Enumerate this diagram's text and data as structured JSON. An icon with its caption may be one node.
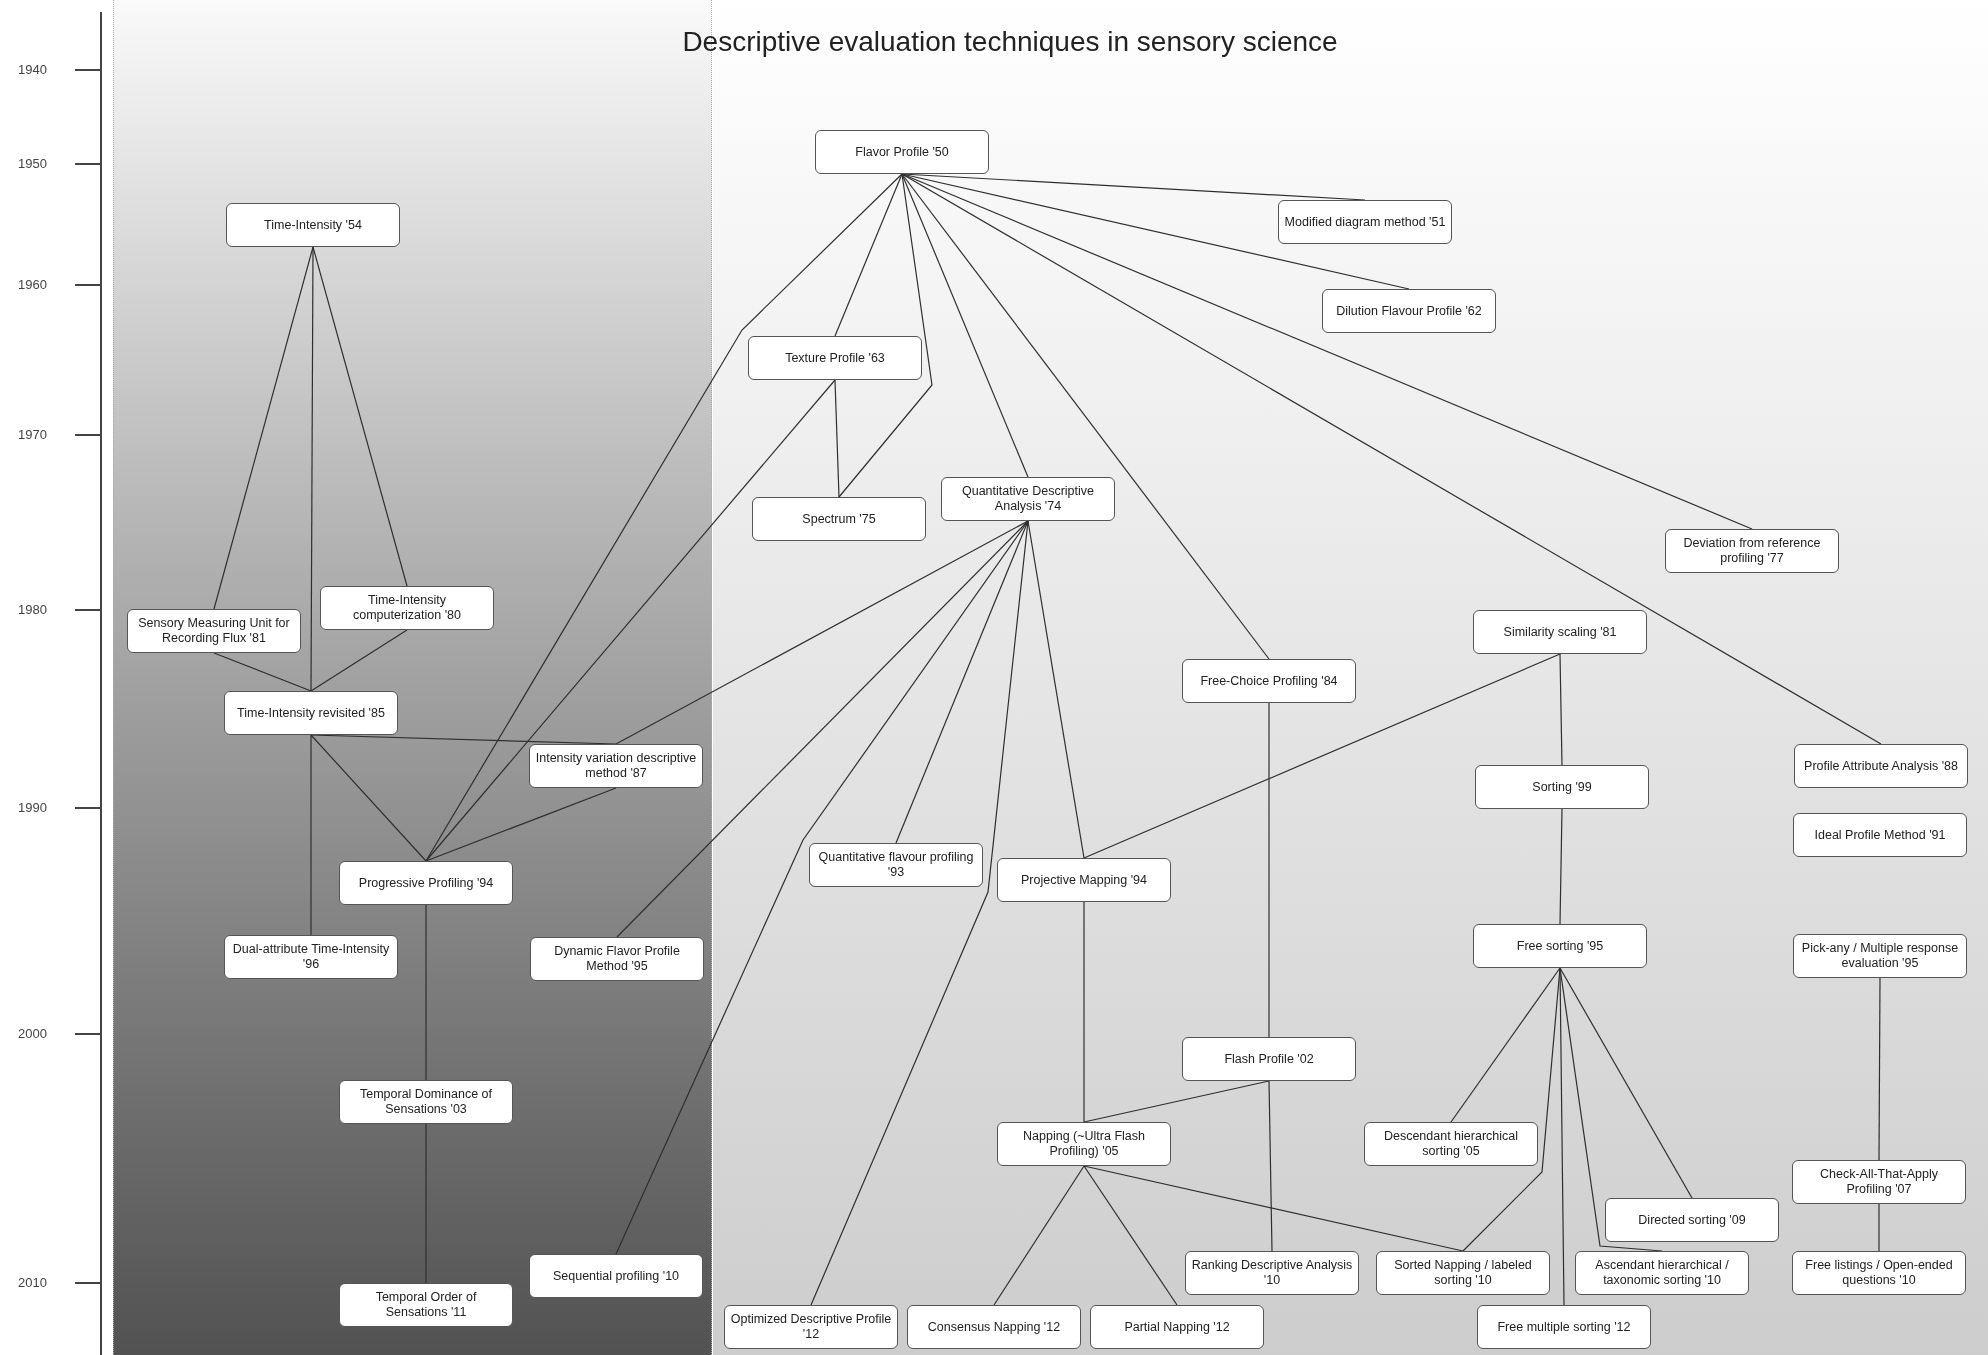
{
  "diagram": {
    "title": "Descriptive evaluation techniques in sensory science",
    "nodes": [
      {
        "text": [
          "Time-Intensity '54"
        ]
      },
      {
        "text": [
          "Flavor Profile '50"
        ]
      },
      {
        "text": [
          "Modified diagram method '51"
        ]
      },
      {
        "text": [
          "Dilution Flavour Profile '62"
        ]
      },
      {
        "text": [
          "Texture Profile '63"
        ]
      },
      {
        "text": [
          "Quantitative Descriptive Analysis '74"
        ]
      },
      {
        "text": [
          "Spectrum '75"
        ]
      },
      {
        "text": [
          "Deviation from reference profiling '77"
        ]
      },
      {
        "text": [
          "Time-Intensity computerization '80"
        ]
      },
      {
        "text": [
          "Sensory Measuring Unit for Recording Flux '81"
        ]
      },
      {
        "text": [
          "Similarity scaling '81"
        ]
      },
      {
        "text": [
          "Free-Choice Profiling '84"
        ]
      },
      {
        "text": [
          "Time-Intensity revisited '85"
        ]
      },
      {
        "text": [
          "Intensity variation descriptive method '87"
        ]
      },
      {
        "text": [
          "Profile Attribute Analysis '88"
        ]
      },
      {
        "text": [
          "Sorting '99"
        ]
      },
      {
        "text": [
          "Ideal Profile Method '91"
        ]
      },
      {
        "text": [
          "Quantitative flavour profiling '93"
        ]
      },
      {
        "text": [
          "Projective Mapping '94"
        ]
      },
      {
        "text": [
          "Progressive Profiling '94"
        ]
      },
      {
        "text": [
          "Free sorting '95"
        ]
      },
      {
        "text": [
          "Pick-any / Multiple response evaluation '95"
        ]
      },
      {
        "text": [
          "Dual-attribute Time-Intensity '96"
        ]
      },
      {
        "text": [
          "Dynamic Flavor Profile Method '95"
        ]
      },
      {
        "text": [
          "Flash Profile '02"
        ]
      },
      {
        "text": [
          "Temporal Dominance of Sensations '03"
        ]
      },
      {
        "text": [
          "Napping (~Ultra Flash Profiling) '05"
        ]
      },
      {
        "text": [
          "Descendant hierarchical sorting '05"
        ]
      },
      {
        "text": [
          "Check-All-That-Apply Profiling '07"
        ]
      },
      {
        "text": [
          "Directed sorting '09"
        ]
      },
      {
        "text": [
          "Sequential profiling '10"
        ]
      },
      {
        "text": [
          "Ranking Descriptive Analysis '10"
        ]
      },
      {
        "text": [
          "Sorted Napping / labeled sorting '10"
        ]
      },
      {
        "text": [
          "Ascendant hierarchical / taxonomic sorting '10"
        ]
      },
      {
        "text": [
          "Free listings / Open-ended questions '10"
        ]
      },
      {
        "text": [
          "Temporal Order of Sensations '11"
        ]
      },
      {
        "text": [
          "Optimized Descriptive Profile '12"
        ]
      },
      {
        "text": [
          "Consensus Napping '12"
        ]
      },
      {
        "text": [
          "Partial Napping '12"
        ]
      },
      {
        "text": [
          "Free multiple sorting '12"
        ]
      }
    ],
    "edges": [
      {
        "from": 0,
        "to": 9,
        "arrow": "none"
      },
      {
        "from": 0,
        "to": 8,
        "arrow": "none"
      },
      {
        "from": 0,
        "to": 12,
        "arrow": "none"
      },
      {
        "from": 9,
        "to": 12,
        "arrow": "none"
      },
      {
        "from": 8,
        "to": 12,
        "arrow": "none"
      },
      {
        "from": 1,
        "to": 4,
        "arrow": "none"
      },
      {
        "from": 1,
        "to": 19,
        "arrow": "none"
      },
      {
        "from": 1,
        "to": 6,
        "arrow": "none"
      },
      {
        "from": 1,
        "to": 5,
        "arrow": "none"
      },
      {
        "from": 1,
        "to": 11,
        "arrow": "none"
      },
      {
        "from": 1,
        "to": 2,
        "arrow": "none"
      },
      {
        "from": 1,
        "to": 3,
        "arrow": "none"
      },
      {
        "from": 1,
        "to": 7,
        "arrow": "none"
      },
      {
        "from": 1,
        "to": 14,
        "arrow": "none"
      },
      {
        "from": 4,
        "to": 6,
        "arrow": "none"
      },
      {
        "from": 4,
        "to": 19,
        "arrow": "none"
      },
      {
        "from": 5,
        "to": 13,
        "arrow": "none"
      },
      {
        "from": 5,
        "to": 23,
        "arrow": "none"
      },
      {
        "from": 5,
        "to": 17,
        "arrow": "none"
      },
      {
        "from": 5,
        "to": 30,
        "arrow": "none"
      },
      {
        "from": 5,
        "to": 36,
        "arrow": "none"
      },
      {
        "from": 5,
        "to": 18,
        "arrow": "none"
      },
      {
        "from": 10,
        "to": 15,
        "arrow": "none"
      },
      {
        "from": 10,
        "to": 18,
        "arrow": "none"
      },
      {
        "from": 15,
        "to": 20,
        "arrow": "none"
      },
      {
        "from": 11,
        "to": 24,
        "arrow": "none"
      },
      {
        "from": 24,
        "to": 31,
        "arrow": "none"
      },
      {
        "from": 24,
        "to": 26,
        "arrow": "none"
      },
      {
        "from": 12,
        "to": 22,
        "arrow": "none"
      },
      {
        "from": 12,
        "to": 19,
        "arrow": "none"
      },
      {
        "from": 12,
        "to": 13,
        "arrow": "none"
      },
      {
        "from": 13,
        "to": 19,
        "arrow": "none"
      },
      {
        "from": 19,
        "to": 25,
        "arrow": "none"
      },
      {
        "from": 25,
        "to": 35,
        "arrow": "none"
      },
      {
        "from": 18,
        "to": 26,
        "arrow": "none"
      },
      {
        "from": 26,
        "to": 37,
        "arrow": "none"
      },
      {
        "from": 26,
        "to": 38,
        "arrow": "none"
      },
      {
        "from": 26,
        "to": 32,
        "arrow": "none"
      },
      {
        "from": 20,
        "to": 27,
        "arrow": "none"
      },
      {
        "from": 20,
        "to": 32,
        "arrow": "none"
      },
      {
        "from": 20,
        "to": 39,
        "arrow": "none"
      },
      {
        "from": 20,
        "to": 33,
        "arrow": "none"
      },
      {
        "from": 20,
        "to": 29,
        "arrow": "none"
      },
      {
        "from": 21,
        "to": 28,
        "arrow": "none"
      },
      {
        "from": 28,
        "to": 34,
        "arrow": "none"
      }
    ],
    "labels": [
      "1940",
      "1950",
      "1960",
      "1970",
      "1980",
      "1990",
      "2000",
      "2010"
    ]
  }
}
